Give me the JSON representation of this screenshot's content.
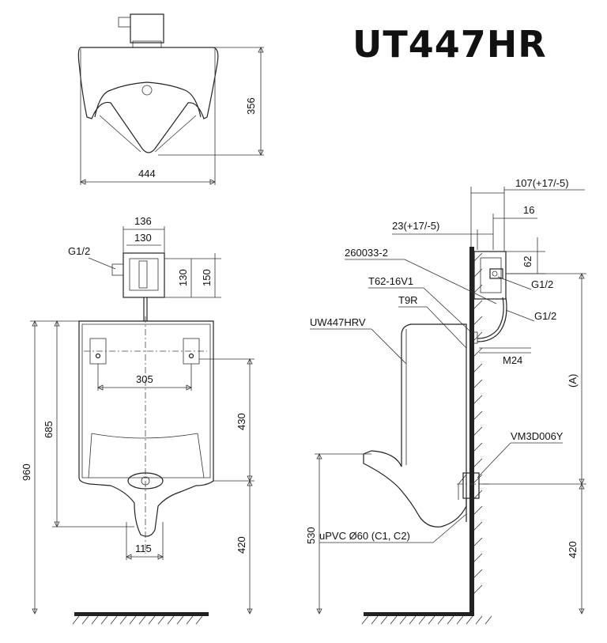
{
  "title": "UT447HR",
  "top_view": {
    "width": "444",
    "depth": "356"
  },
  "front_view": {
    "sensor_width_outer": "136",
    "sensor_width_inner": "130",
    "sensor_height_inner": "130",
    "sensor_height_outer": "150",
    "inlet": "G1/2",
    "bracket_spacing": "305",
    "outlet_width": "115",
    "total_height": "960",
    "bracket_height": "685",
    "rim_to_bracket": "430",
    "rim_height": "420"
  },
  "side_view": {
    "projection": "107(+17/-5)",
    "offset_16": "16",
    "wall_offset": "23(+17/-5)",
    "height_62": "62",
    "part_260033": "260033-2",
    "part_t62": "T62-16V1",
    "part_t9r": "T9R",
    "part_body": "UW447HRV",
    "inlet_1": "G1/2",
    "inlet_2": "G1/2",
    "bolt": "M24",
    "dim_a": "(A)",
    "part_vm3": "VM3D006Y",
    "drain_height": "530",
    "drain_pipe": "uPVC Ø60 (C1, C2)",
    "floor_to_outlet": "420"
  }
}
